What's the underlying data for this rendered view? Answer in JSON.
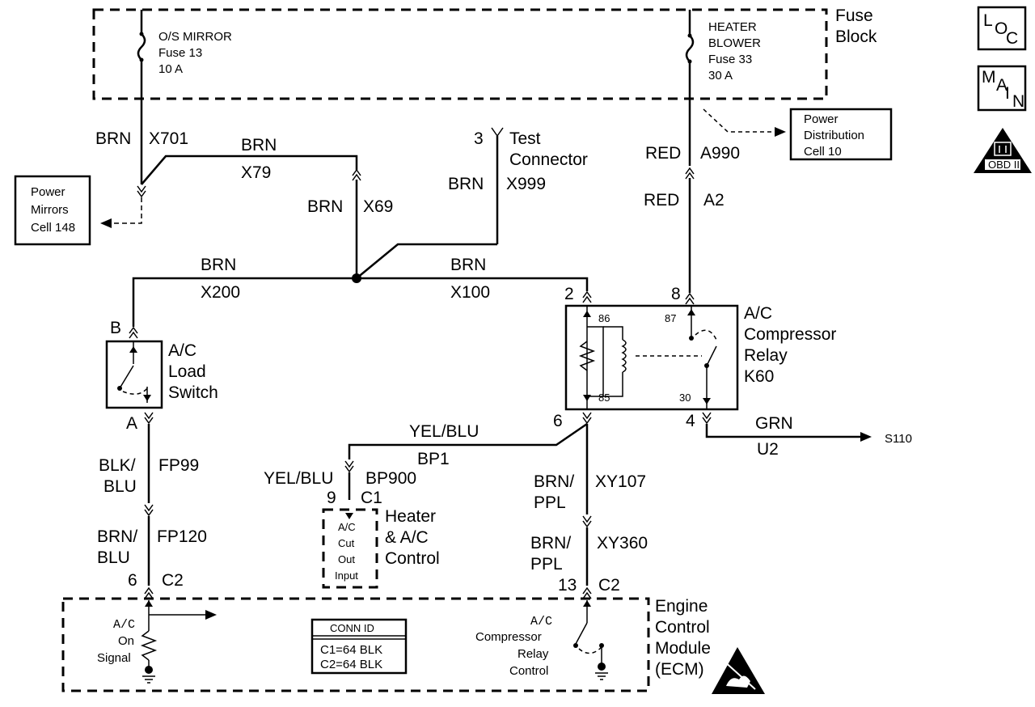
{
  "fuse_block": {
    "label1": "Fuse",
    "label2": "Block",
    "fuse13": {
      "l1": "O/S MIRROR",
      "l2": "Fuse 13",
      "l3": "10 A"
    },
    "fuse33": {
      "l1": "HEATER",
      "l2": "BLOWER",
      "l3": "Fuse 33",
      "l4": "30 A"
    }
  },
  "badges": {
    "loc": [
      "L",
      "O",
      "C"
    ],
    "main": [
      "M",
      "A",
      "I",
      "N"
    ],
    "obd": "OBD II"
  },
  "boxes": {
    "power_mirrors": [
      "Power",
      "Mirrors",
      "Cell 148"
    ],
    "power_distribution": [
      "Power",
      "Distribution",
      "Cell 10"
    ]
  },
  "wires": {
    "brn_x701": {
      "color": "BRN",
      "circuit": "X701"
    },
    "brn_x79": {
      "color": "BRN",
      "circuit": "X79"
    },
    "brn_x69": {
      "color": "BRN",
      "circuit": "X69"
    },
    "brn_x999": {
      "color": "BRN",
      "circuit": "X999"
    },
    "brn_x200": {
      "color": "BRN",
      "circuit": "X200"
    },
    "brn_x100": {
      "color": "BRN",
      "circuit": "X100"
    },
    "red_a990": {
      "color": "RED",
      "circuit": "A990"
    },
    "red_a2": {
      "color": "RED",
      "circuit": "A2"
    },
    "yel_blu_bp1": {
      "color": "YEL/BLU",
      "circuit": "BP1"
    },
    "yel_blu_bp900": {
      "color": "YEL/BLU",
      "circuit": "BP900"
    },
    "blk_blu_fp99": {
      "color1": "BLK/",
      "color2": "BLU",
      "circuit": "FP99"
    },
    "brn_blu_fp120": {
      "color1": "BRN/",
      "color2": "BLU",
      "circuit": "FP120"
    },
    "brn_ppl_xy107": {
      "color1": "BRN/",
      "color2": "PPL",
      "circuit": "XY107"
    },
    "brn_ppl_xy360": {
      "color1": "BRN/",
      "color2": "PPL",
      "circuit": "XY360"
    },
    "grn_u2": {
      "color": "GRN",
      "circuit": "U2",
      "dest": "S110"
    }
  },
  "test_connector": {
    "pin": "3",
    "l1": "Test",
    "l2": "Connector"
  },
  "load_switch": {
    "pin_top": "B",
    "pin_bottom": "A",
    "l1": "A/C",
    "l2": "Load",
    "l3": "Switch"
  },
  "relay": {
    "l1": "A/C",
    "l2": "Compressor",
    "l3": "Relay",
    "l4": "K60",
    "pin2": "2",
    "pin8": "8",
    "pin6": "6",
    "pin4": "4",
    "t86": "86",
    "t85": "85",
    "t87": "87",
    "t30": "30"
  },
  "hvac_control": {
    "pin": "9",
    "conn": "C1",
    "inner": [
      "A/C",
      "Cut",
      "Out",
      "Input"
    ],
    "l1": "Heater",
    "l2": "& A/C",
    "l3": "Control"
  },
  "ecm": {
    "l1": "Engine",
    "l2": "Control",
    "l3": "Module",
    "l4": "(ECM)",
    "pin6": "6",
    "c2a": "C2",
    "pin13": "13",
    "c2b": "C2",
    "signal": [
      "A/C",
      "On",
      "Signal"
    ],
    "relay_ctrl": [
      "A/C",
      "Compressor",
      "Relay",
      "Control"
    ],
    "conn_id": {
      "title": "CONN ID",
      "c1": "C1=64 BLK",
      "c2": "C2=64 BLK"
    }
  }
}
